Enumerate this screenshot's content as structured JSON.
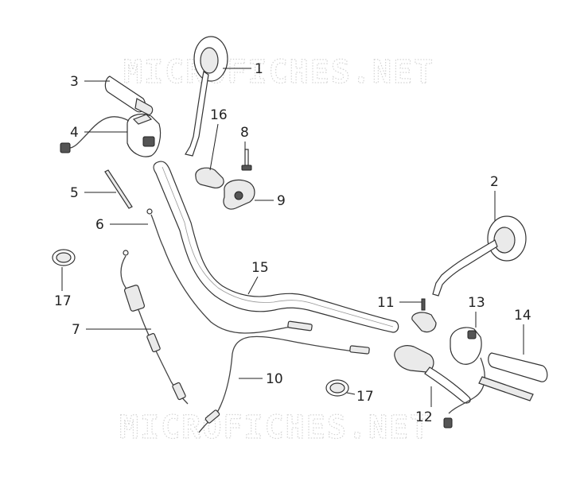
{
  "watermark": {
    "text_top": "MICROFICHES.NET",
    "text_bottom": "MICROFICHES.NET"
  },
  "callouts": {
    "c1": "1",
    "c2": "2",
    "c3": "3",
    "c4": "4",
    "c5": "5",
    "c6": "6",
    "c7": "7",
    "c8": "8",
    "c9": "9",
    "c10": "10",
    "c11": "11",
    "c12": "12",
    "c13": "13",
    "c14": "14",
    "c15": "15",
    "c16": "16",
    "c17a": "17",
    "c17b": "17"
  }
}
